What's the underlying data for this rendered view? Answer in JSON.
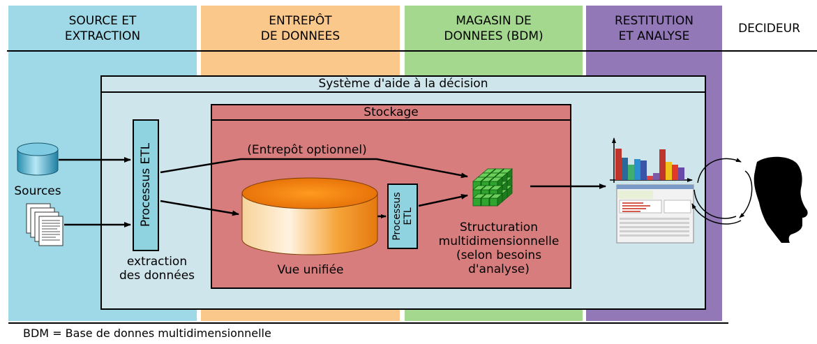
{
  "columns": [
    {
      "title": "SOURCE ET\nEXTRACTION",
      "color": "#9fd8e6"
    },
    {
      "title": "ENTREPÔT\nDE DONNEES",
      "color": "#f9c88a"
    },
    {
      "title": "MAGASIN DE\nDONNEES (BDM)",
      "color": "#a4d88f"
    },
    {
      "title": "RESTITUTION\nET ANALYSE",
      "color": "#9378b8"
    }
  ],
  "decideur": "DECIDEUR",
  "system_title": "Système d'aide à la décision",
  "storage_title": "Stockage",
  "etl_main": "Processus ETL",
  "etl_small": "Processus\nETL",
  "sources_label": "Sources",
  "extraction_label": "extraction\ndes données",
  "optional_label": "(Entrepôt optionnel)",
  "unified_label": "Vue unifiée",
  "structuring_label": "Structuration\nmultidimensionnelle\n(selon besoins\nd'analyse)",
  "footnote": "BDM = Base de donnes multidimensionnelle",
  "colors": {
    "system_box": "#cfe5ec",
    "storage_box": "#d87d7d",
    "etl_box": "#8fd3e0",
    "cube": "#2fa52f",
    "cylinder": "#f08a1a"
  },
  "icons": [
    "database-icon",
    "documents-icon",
    "cube-icon",
    "bar-chart-icon",
    "report-icon",
    "cycle-arrows-icon",
    "head-silhouette-icon"
  ]
}
